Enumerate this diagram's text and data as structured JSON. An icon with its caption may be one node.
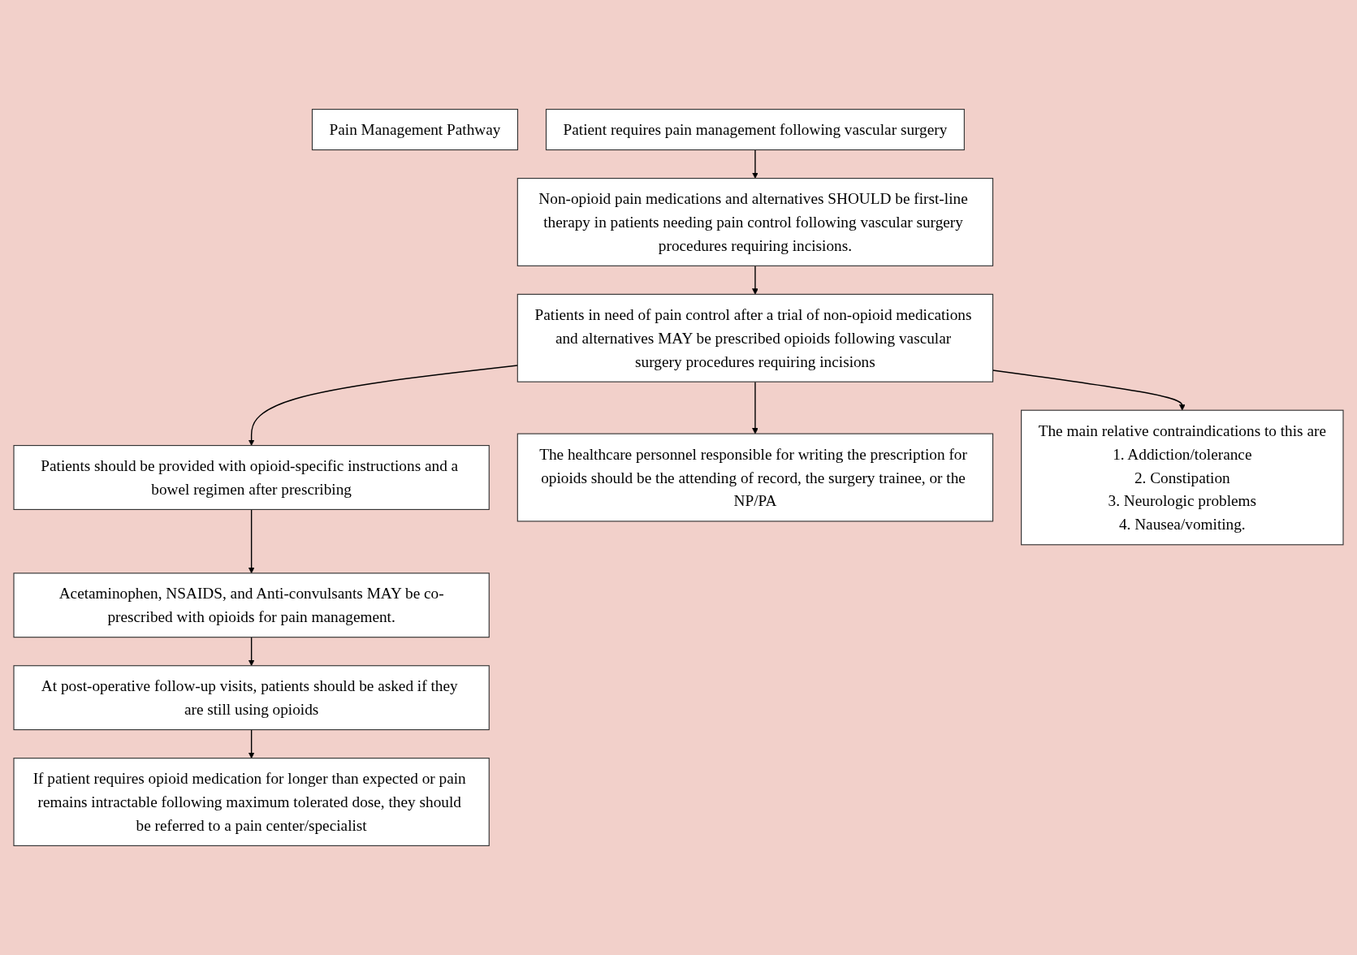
{
  "diagram": {
    "nodes": [
      {
        "text": [
          "Pain Management Pathway"
        ]
      },
      {
        "text": [
          "Patient requires pain management following vascular surgery"
        ]
      },
      {
        "text": [
          "Non-opioid pain medications and alternatives SHOULD be first-line therapy in patients needing pain control following vascular surgery procedures requiring incisions."
        ]
      },
      {
        "text": [
          "Patients in need of pain control after a trial of non-opioid medications and alternatives MAY be prescribed opioids following vascular surgery procedures requiring incisions"
        ]
      },
      {
        "text": [
          "Patients should be provided with opioid-specific instructions and a bowel regimen after prescribing"
        ]
      },
      {
        "text": [
          "Acetaminophen, NSAIDS, and Anti-convulsants MAY be co-prescribed with opioids for pain management."
        ]
      },
      {
        "text": [
          "At post-operative follow-up visits, patients should be asked if they are still using opioids"
        ]
      },
      {
        "text": [
          "If patient requires opioid medication for longer than expected or pain remains intractable following maximum tolerated dose, they should be referred to a pain center/specialist"
        ]
      },
      {
        "text": [
          "The healthcare personnel responsible for writing the prescription for opioids should be the attending of record, the surgery trainee, or the NP/PA"
        ]
      },
      {
        "text": [
          "The main relative contraindications to this are",
          "1. Addiction/tolerance",
          "2. Constipation",
          "3. Neurologic problems",
          "4. Nausea/vomiting."
        ]
      }
    ],
    "edges": [
      {
        "from": 1,
        "to": 2,
        "arrow": "to"
      },
      {
        "from": 2,
        "to": 3,
        "arrow": "to"
      },
      {
        "from": 3,
        "to": 4,
        "arrow": "to"
      },
      {
        "from": 3,
        "to": 8,
        "arrow": "to"
      },
      {
        "from": 3,
        "to": 9,
        "arrow": "to"
      },
      {
        "from": 4,
        "to": 5,
        "arrow": "to"
      },
      {
        "from": 5,
        "to": 6,
        "arrow": "to"
      },
      {
        "from": 6,
        "to": 7,
        "arrow": "to"
      }
    ]
  }
}
